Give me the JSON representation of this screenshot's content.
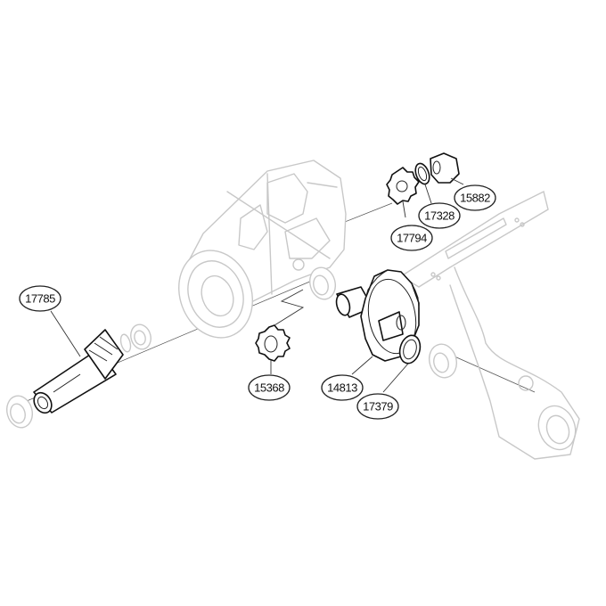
{
  "diagram": {
    "type": "exploded-parts-diagram",
    "subject": "spinning reel drive gear assembly",
    "callouts": [
      {
        "id": "c-17785",
        "label": "17785",
        "part": "pinion-gear-shaft"
      },
      {
        "id": "c-15368",
        "label": "15368",
        "part": "oscillating-gear"
      },
      {
        "id": "c-14813",
        "label": "14813",
        "part": "drive-gear"
      },
      {
        "id": "c-17379",
        "label": "17379",
        "part": "washer"
      },
      {
        "id": "c-17794",
        "label": "17794",
        "part": "small-gear"
      },
      {
        "id": "c-17328",
        "label": "17328",
        "part": "washer-ring"
      },
      {
        "id": "c-15882",
        "label": "15882",
        "part": "pinion-collar-gear"
      }
    ]
  }
}
